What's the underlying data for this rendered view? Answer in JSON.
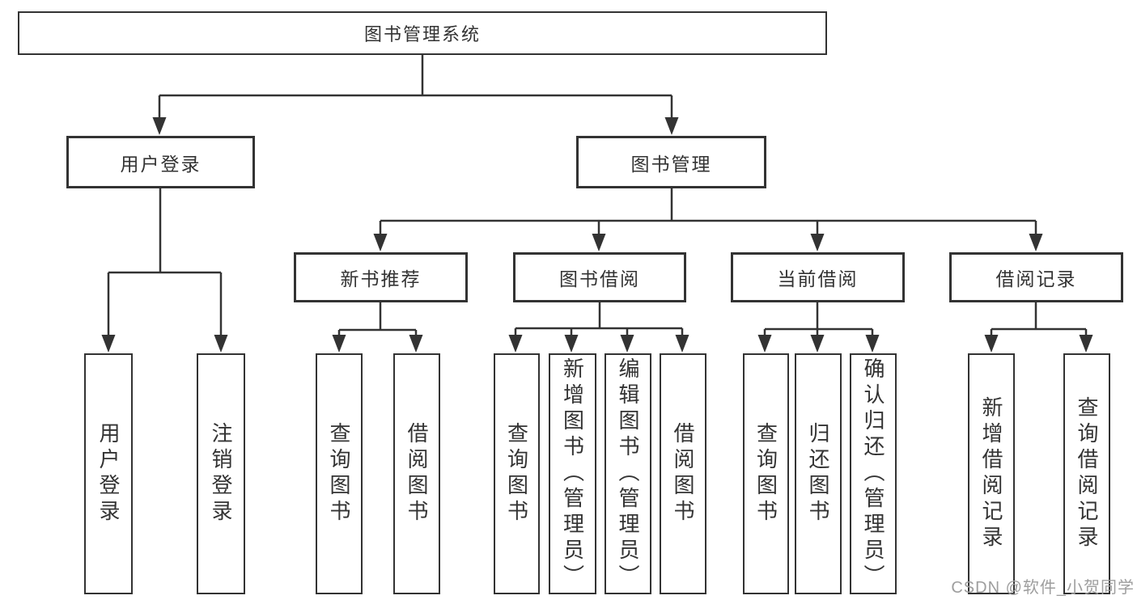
{
  "colors": {
    "line": "#333333",
    "box_border": "#333333",
    "text": "#333333",
    "background": "#ffffff",
    "watermark": "#9e9e9e"
  },
  "watermark": {
    "text": "CSDN @软件_小贺同学"
  },
  "diagram": {
    "root": {
      "label": "图书管理系统"
    },
    "level2": {
      "user_login": {
        "label": "用户登录"
      },
      "book_management": {
        "label": "图书管理"
      }
    },
    "level3": {
      "new_book_recommend": {
        "label": "新书推荐"
      },
      "book_borrowing": {
        "label": "图书借阅"
      },
      "current_borrowing": {
        "label": "当前借阅"
      },
      "borrowing_records": {
        "label": "借阅记录"
      }
    },
    "leaves": {
      "user_login": [
        {
          "label": "用户登录"
        },
        {
          "label": "注销登录"
        }
      ],
      "new_book_recommend": [
        {
          "label": "查询图书"
        },
        {
          "label": "借阅图书"
        }
      ],
      "book_borrowing": [
        {
          "label": "查询图书"
        },
        {
          "label": "新增图书（管理员）"
        },
        {
          "label": "编辑图书（管理员）"
        },
        {
          "label": "借阅图书"
        }
      ],
      "current_borrowing": [
        {
          "label": "查询图书"
        },
        {
          "label": "归还图书"
        },
        {
          "label": "确认归还（管理员）"
        }
      ],
      "borrowing_records": [
        {
          "label": "新增借阅记录"
        },
        {
          "label": "查询借阅记录"
        }
      ]
    }
  }
}
